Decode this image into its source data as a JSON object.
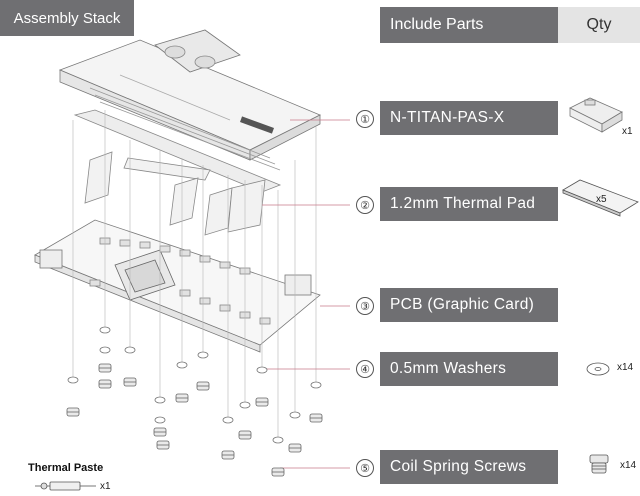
{
  "header": {
    "assembly_stack": "Assembly Stack",
    "include_parts": "Include Parts",
    "qty": "Qty"
  },
  "parts": [
    {
      "number": "①",
      "label": "N-TITAN-PAS-X",
      "qty": "x1"
    },
    {
      "number": "②",
      "label": "1.2mm Thermal Pad",
      "qty": "x5"
    },
    {
      "number": "③",
      "label": "PCB (Graphic Card)",
      "qty": ""
    },
    {
      "number": "④",
      "label": "0.5mm Washers",
      "qty": "x14"
    },
    {
      "number": "⑤",
      "label": "Coil Spring Screws",
      "qty": "x14"
    }
  ],
  "thermal_paste": {
    "label": "Thermal Paste",
    "qty": "x1"
  },
  "icons": [
    "waterblock-icon",
    "thermal-pad-icon",
    "washer-icon",
    "screw-icon",
    "syringe-icon"
  ]
}
